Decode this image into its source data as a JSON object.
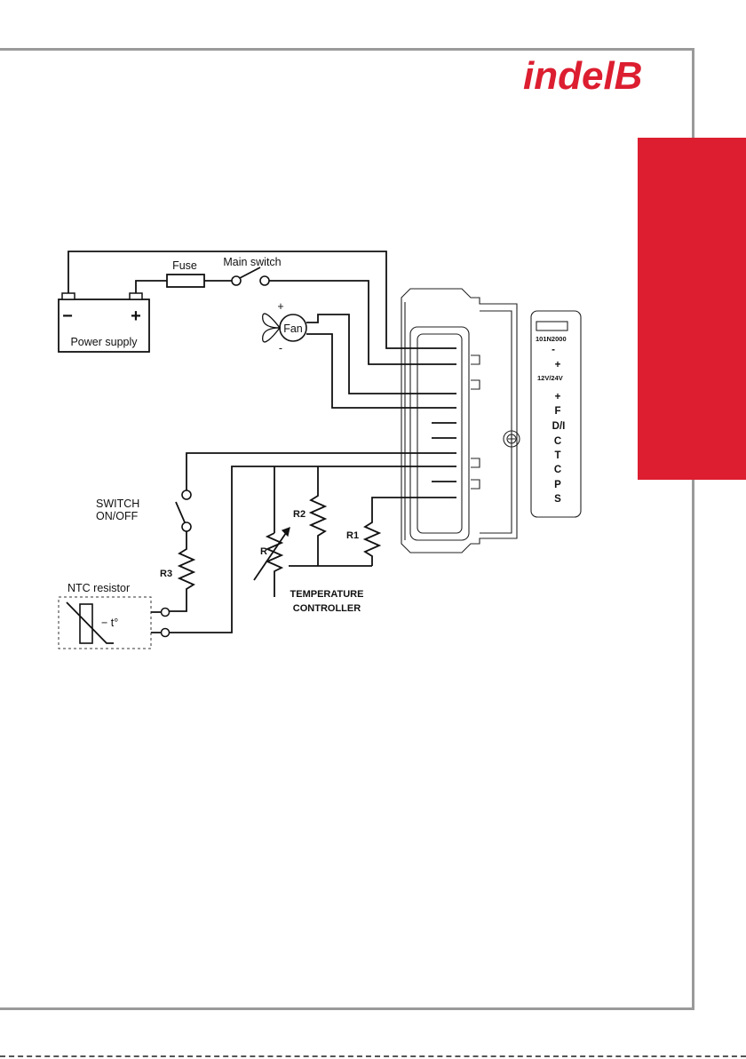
{
  "brand": {
    "logo_text": "indelB",
    "accent_color": "#dc1e30"
  },
  "diagram": {
    "fuse_label": "Fuse",
    "main_switch_label": "Main switch",
    "battery": {
      "label": "Power supply",
      "minus": "−",
      "plus": "+"
    },
    "fan": {
      "label": "Fan",
      "plus": "+",
      "minus": "-"
    },
    "switch_label_1": "SWITCH",
    "switch_label_2": "ON/OFF",
    "r3_label": "R3",
    "r2_label": "R2",
    "r1_label": "R1",
    "r_label": "R",
    "ntc": {
      "label": "NTC resistor",
      "symbol": "− t°"
    },
    "controller_label_1": "TEMPERATURE",
    "controller_label_2": "CONTROLLER",
    "model": "101N2000",
    "voltage": "12V/24V",
    "pins": [
      "-",
      "+",
      "+",
      "F",
      "D/I",
      "C",
      "T",
      "C",
      "P",
      "S"
    ]
  }
}
